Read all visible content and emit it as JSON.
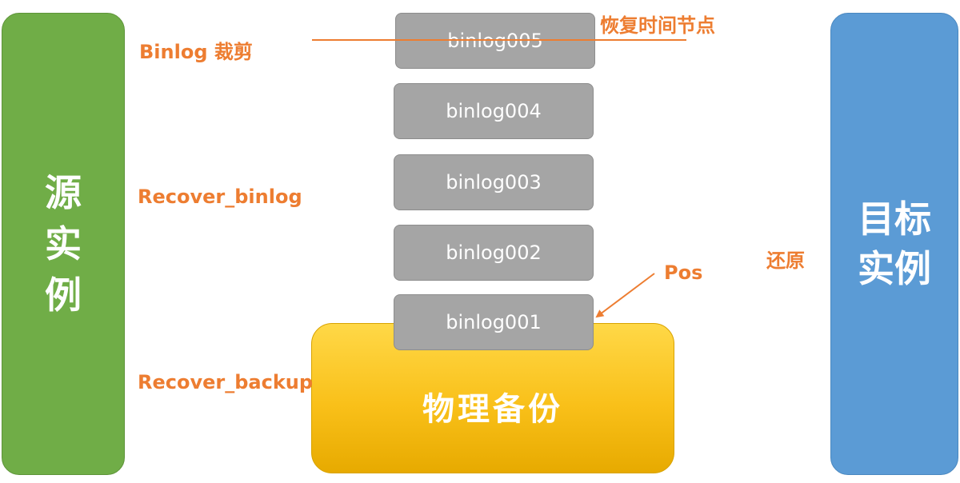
{
  "source_instance": {
    "label": "源实例"
  },
  "target_instance": {
    "label": "目标实例"
  },
  "physical_backup": {
    "label": "物理备份"
  },
  "binlogs": [
    "binlog005",
    "binlog004",
    "binlog003",
    "binlog002",
    "binlog001"
  ],
  "annotations": {
    "binlog_trim": "Binlog 裁剪",
    "recovery_time_point": "恢复时间节点",
    "recover_binlog": "Recover_binlog",
    "recover_backup": "Recover_backup",
    "pos": "Pos",
    "restore": "还原"
  },
  "colors": {
    "source": "#70ad47",
    "target": "#5b9bd5",
    "binlog": "#a5a5a5",
    "backup": "#f9c019",
    "annotation": "#ed7d31"
  }
}
